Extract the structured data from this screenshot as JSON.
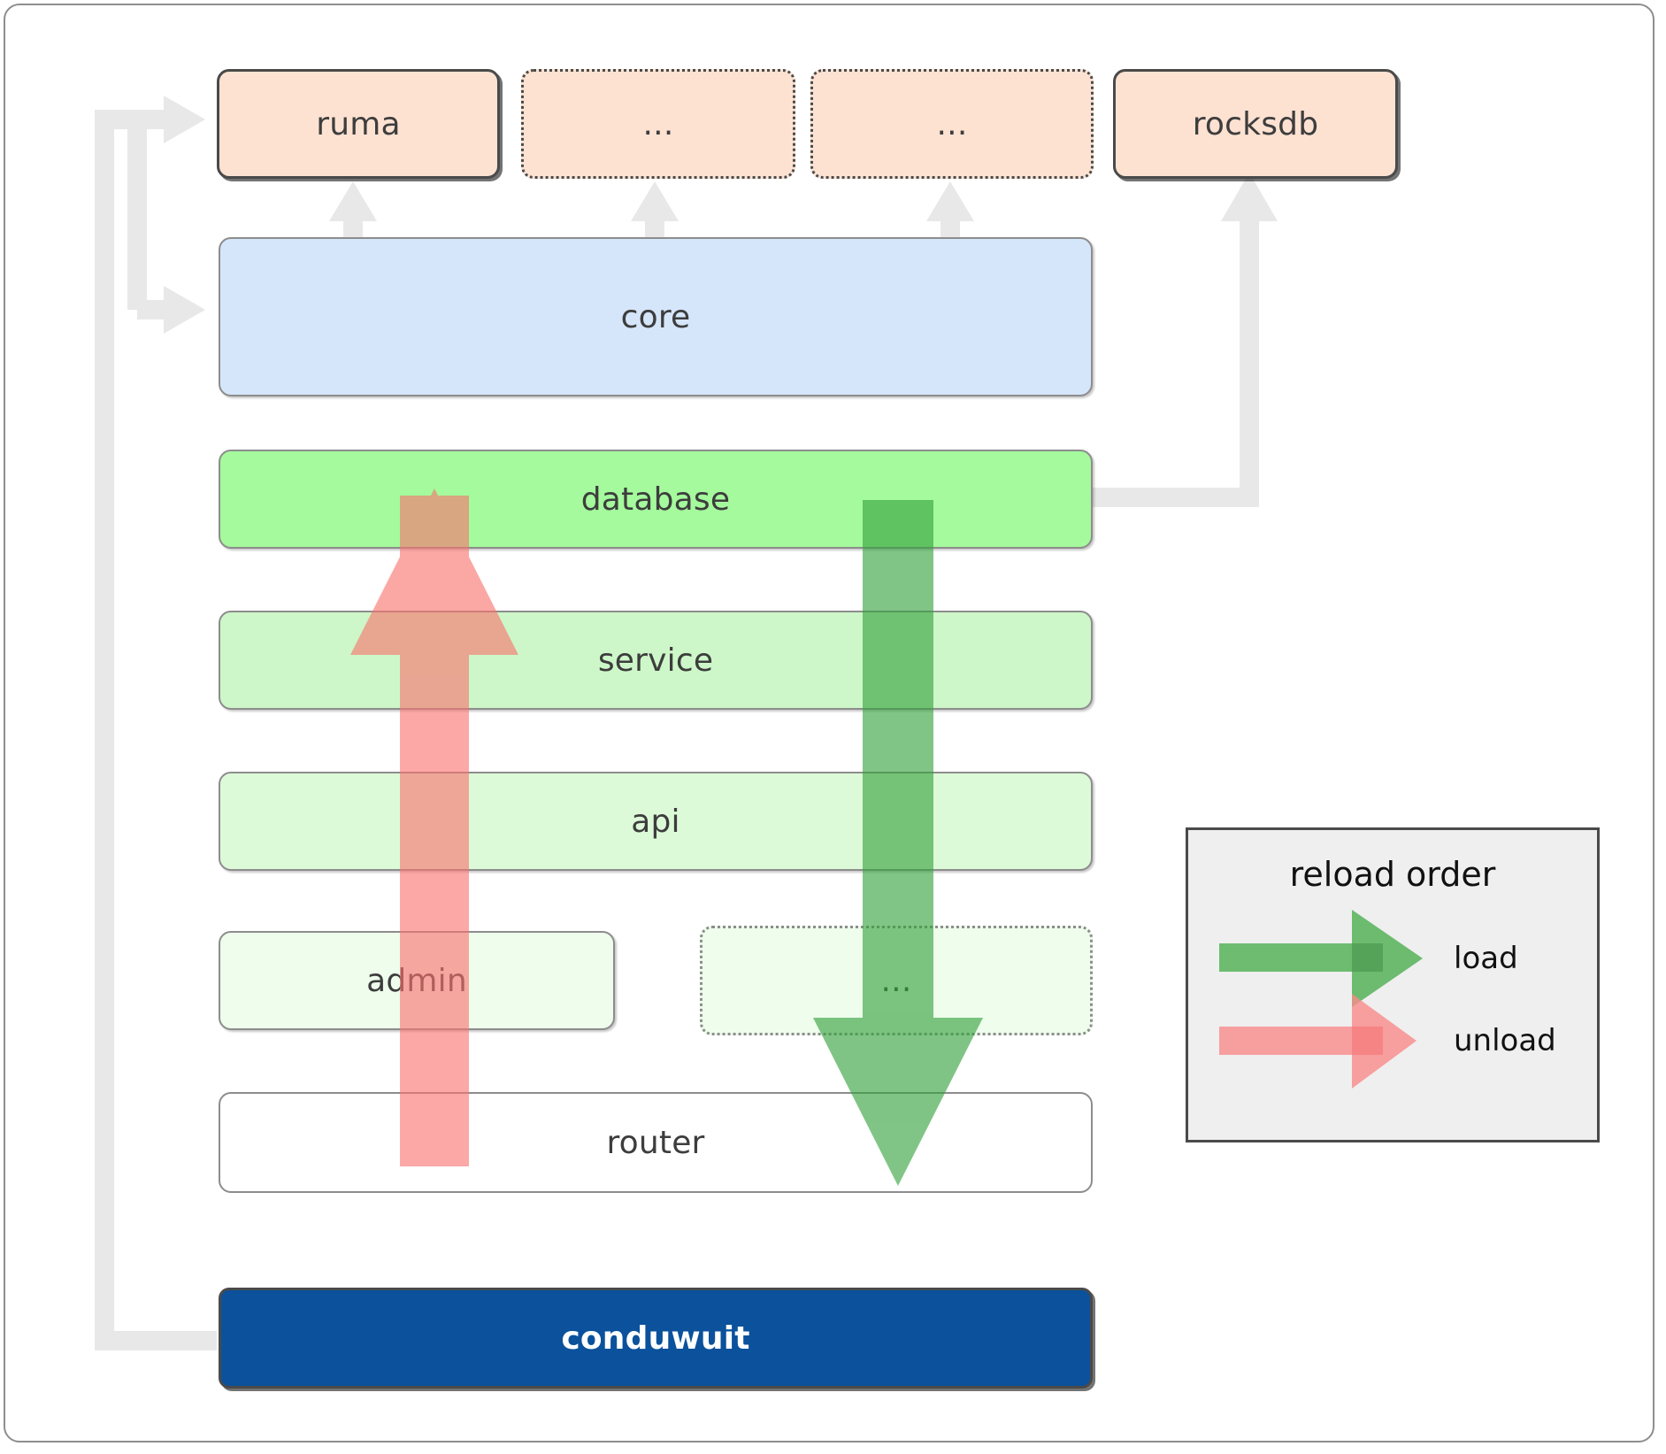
{
  "diagram": {
    "title": "conduwuit crate dependency / reload order diagram",
    "top_row": [
      {
        "label": "ruma",
        "style": "solid"
      },
      {
        "label": "...",
        "style": "dotted"
      },
      {
        "label": "...",
        "style": "dotted"
      },
      {
        "label": "rocksdb",
        "style": "solid"
      }
    ],
    "stack": [
      {
        "label": "core",
        "color": "#d6e6fa"
      },
      {
        "label": "database",
        "color": "#a4fa9c"
      },
      {
        "label": "service",
        "color": "#cdf7c8"
      },
      {
        "label": "api",
        "color": "#ddfad8"
      }
    ],
    "row_admin": [
      {
        "label": "admin",
        "style": "solid",
        "color": "#eefdec"
      },
      {
        "label": "...",
        "style": "dotted",
        "color": "#eefdec"
      }
    ],
    "router": {
      "label": "router",
      "color": "#ffffff"
    },
    "binary": {
      "label": "conduwuit",
      "color": "#0b519c",
      "text_color": "#ffffff"
    }
  },
  "legend": {
    "title": "reload order",
    "items": [
      {
        "label": "load",
        "color": "#4caf50",
        "direction": "right"
      },
      {
        "label": "unload",
        "color": "#f98b8b",
        "direction": "right"
      }
    ]
  },
  "arrows": {
    "load": {
      "label": "load",
      "color": "#4caf50",
      "direction": "down"
    },
    "unload": {
      "label": "unload",
      "color": "#f98b8b",
      "direction": "up"
    }
  },
  "colors": {
    "frame_border": "#8e8e8e",
    "connector": "#e8e8e8",
    "peach": "#fde2d2",
    "navy": "#0b519c",
    "legend_bg": "#efefef"
  }
}
